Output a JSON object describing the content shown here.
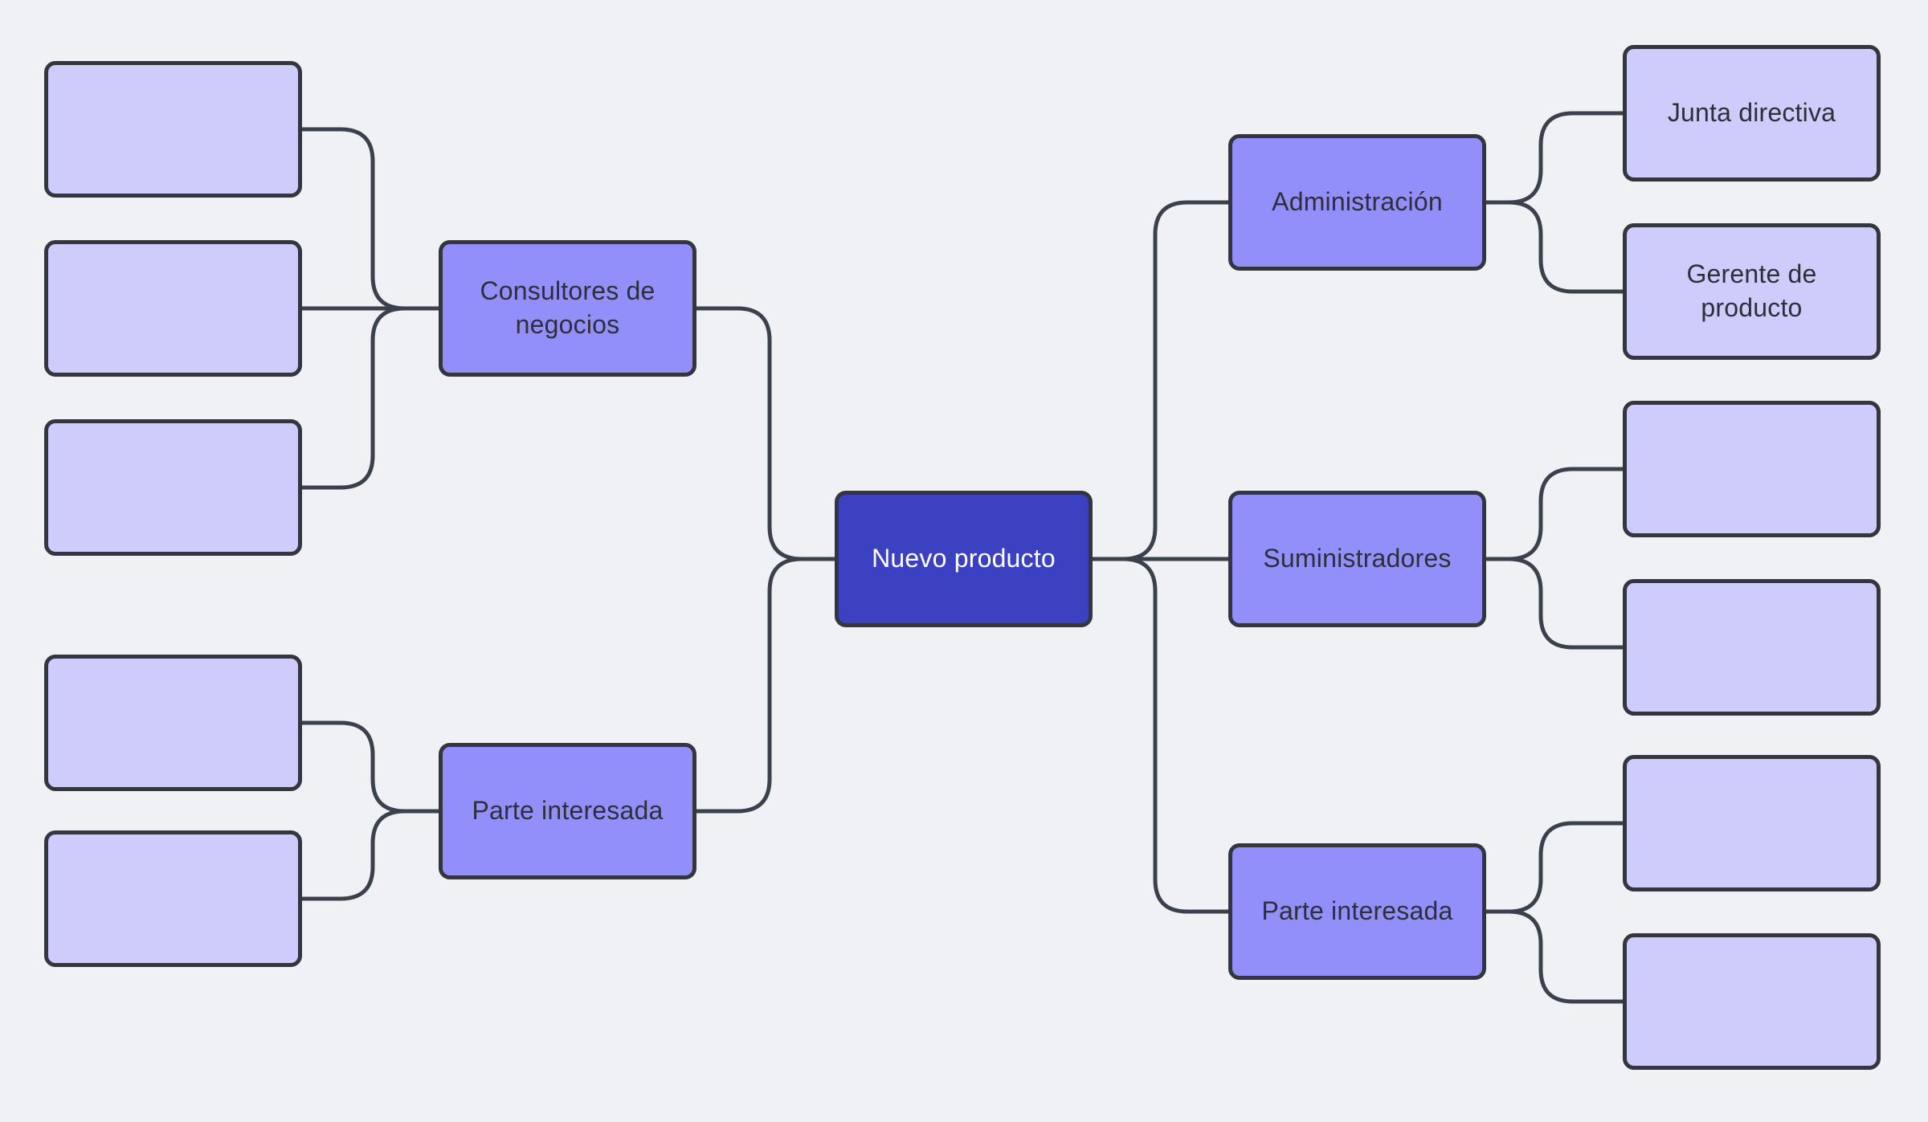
{
  "canvas": {
    "background": "#f0f1f4"
  },
  "palette": {
    "canvas_bg": "#f0f1f4",
    "node_light_fill": "#cdccfa",
    "node_mid_fill": "#928ffa",
    "node_primary_fill": "#3c41c1",
    "node_border": "#33363f",
    "connector": "#3a414d",
    "text_dark": "#2e2f38",
    "text_light": "#ffffff"
  },
  "mindmap": {
    "root": {
      "label": "Nuevo producto"
    },
    "left_branches": [
      {
        "label": "Consultores de negocios",
        "children": [
          "",
          "",
          ""
        ]
      },
      {
        "label": "Parte interesada",
        "children": [
          "",
          ""
        ]
      }
    ],
    "right_branches": [
      {
        "label": "Administración",
        "children": [
          "Junta directiva",
          "Gerente de producto"
        ]
      },
      {
        "label": "Suministradores",
        "children": [
          "",
          ""
        ]
      },
      {
        "label": "Parte interesada",
        "children": [
          "",
          ""
        ]
      }
    ]
  }
}
